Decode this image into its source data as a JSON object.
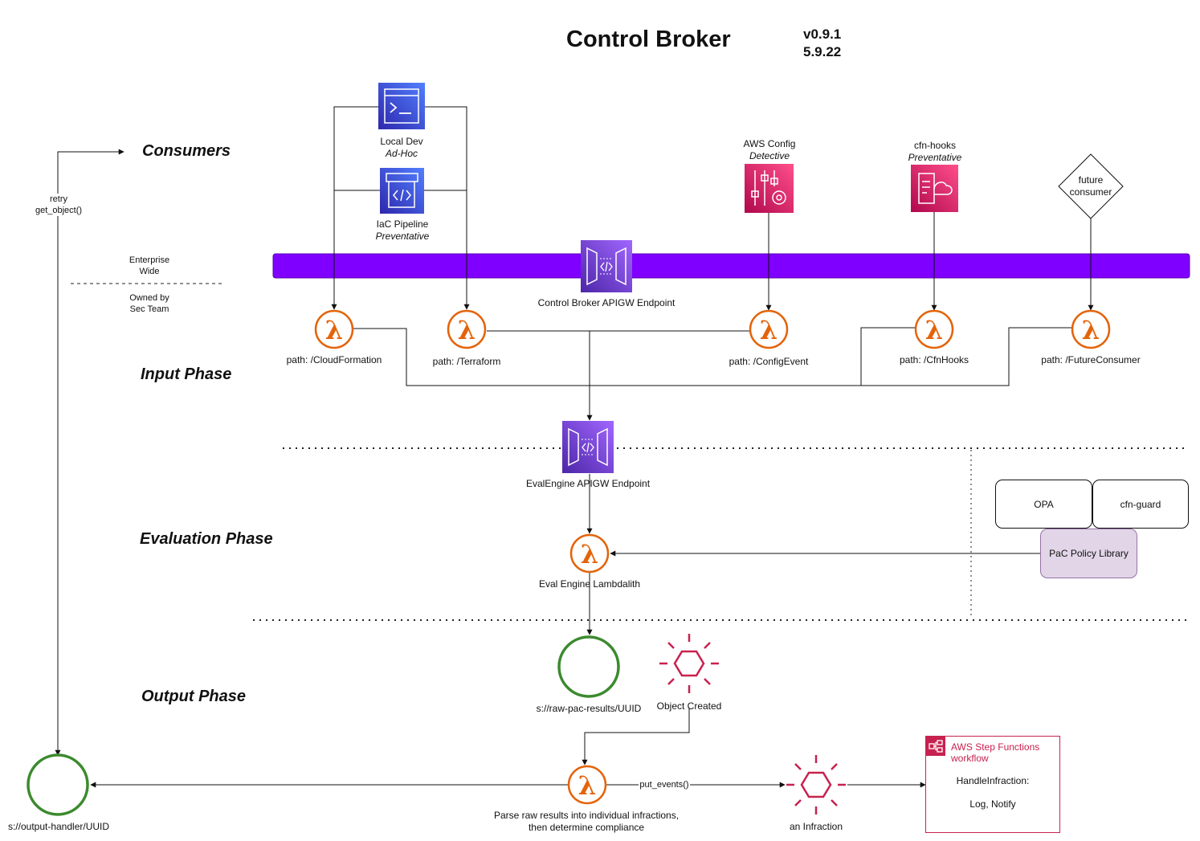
{
  "header": {
    "title": "Control Broker",
    "version": "v0.9.1",
    "date": "5.9.22"
  },
  "phases": {
    "consumers": "Consumers",
    "input": "Input Phase",
    "evaluation": "Evaluation Phase",
    "output": "Output Phase"
  },
  "scope": {
    "enterprise_line1": "Enterprise",
    "enterprise_line2": "Wide",
    "owned_line1": "Owned by",
    "owned_line2": "Sec Team"
  },
  "retry": {
    "line1": "retry",
    "line2": "get_object()"
  },
  "consumers": {
    "local_dev": {
      "name": "Local Dev",
      "mode": "Ad-Hoc"
    },
    "iac_pipeline": {
      "name": "IaC Pipeline",
      "mode": "Preventative"
    },
    "aws_config": {
      "name": "AWS Config",
      "mode": "Detective"
    },
    "cfn_hooks": {
      "name": "cfn-hooks",
      "mode": "Preventative"
    },
    "future": {
      "line1": "future",
      "line2": "consumer"
    }
  },
  "endpoints": {
    "control_broker": "Control Broker APIGW Endpoint",
    "eval_engine": "EvalEngine APIGW Endpoint"
  },
  "input_lambdas": {
    "cloudformation": "path: /CloudFormation",
    "terraform": "path: /Terraform",
    "config_event": "path: /ConfigEvent",
    "cfn_hooks": "path: /CfnHooks",
    "future_consumer": "path: /FutureConsumer"
  },
  "evaluation": {
    "lambda": "Eval Engine Lambdalith",
    "opa": "OPA",
    "cfn_guard": "cfn-guard",
    "pac_library": "PaC Policy Library"
  },
  "output": {
    "raw_bucket": "s://raw-pac-results/UUID",
    "object_created": "Object Created",
    "parse_line1": "Parse raw results into individual infractions,",
    "parse_line2": "then determine compliance",
    "put_events": "put_events()",
    "infraction": "an Infraction",
    "handler_bucket": "s://output-handler/UUID",
    "step_functions_line1": "AWS Step Functions",
    "step_functions_line2": "workflow",
    "handle_infraction": "HandleInfraction:",
    "log_notify": "Log, Notify"
  },
  "colors": {
    "event_bus": "#7f00ff",
    "apigw": "#8c4fff",
    "lambda": "#e4630a",
    "s3_bucket": "#3c8a2e",
    "eventbridge": "#c7224f",
    "config": "#e7157b",
    "developer_tools": "#3f51e8",
    "pac_fill": "#e1d5e7"
  },
  "icons": {
    "local_dev": "terminal-icon",
    "iac_pipeline": "code-build-icon",
    "aws_config": "aws-config-icon",
    "cfn_hooks": "cloudformation-hooks-icon",
    "apigw": "api-gateway-icon",
    "lambda": "lambda-icon",
    "bucket": "s3-bucket-icon",
    "event": "eventbridge-event-icon",
    "step_functions": "step-functions-icon"
  }
}
